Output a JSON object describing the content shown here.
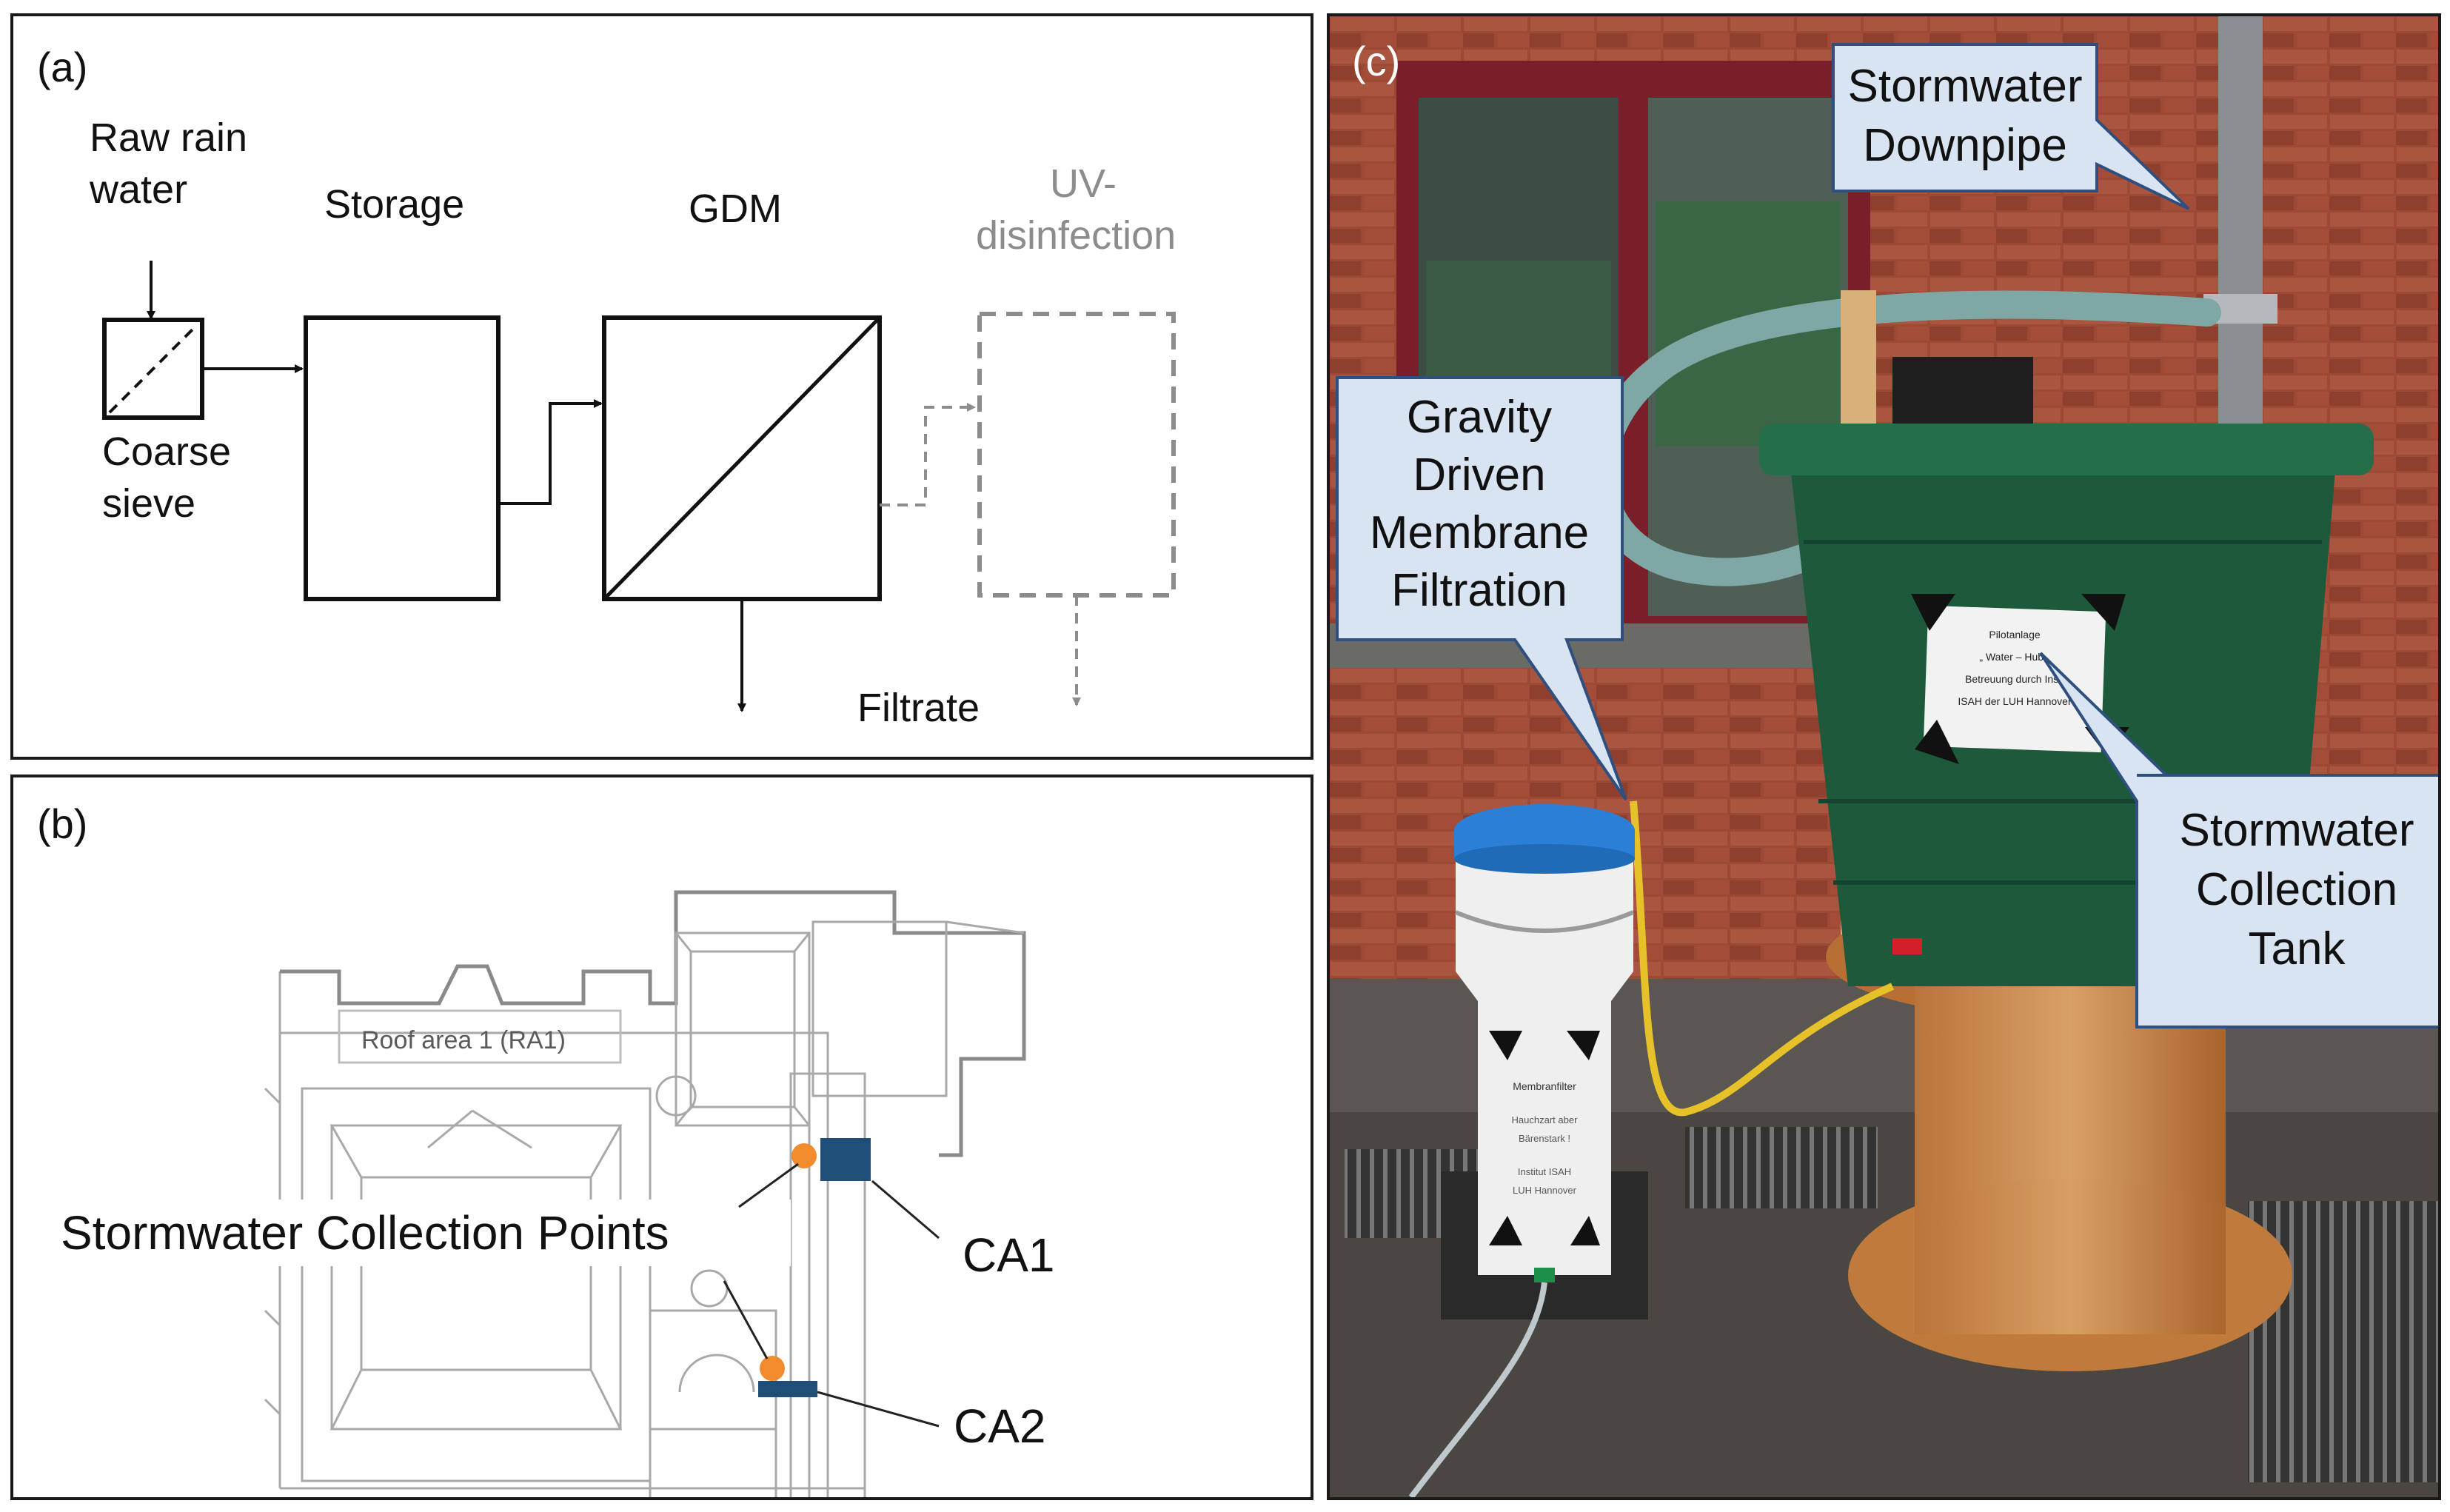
{
  "panel_a": {
    "label": "(a)",
    "raw_line1": "Raw rain",
    "raw_line2": "water",
    "sieve_line1": "Coarse",
    "sieve_line2": "sieve",
    "storage": "Storage",
    "gdm": "GDM",
    "uv_line1": "UV-",
    "uv_line2": "disinfection",
    "filtrate": "Filtrate",
    "colors": {
      "line": "#111111",
      "optional": "#8c8c8c"
    }
  },
  "panel_b": {
    "label": "(b)",
    "roof_label": "Roof area 1 (RA1)",
    "collection_label": "Stormwater Collection Points",
    "ca1": "CA1",
    "ca2": "CA2",
    "colors": {
      "point": "#f28a2e",
      "tank": "#1f4e79",
      "plan": "#a9a9a9"
    }
  },
  "panel_c": {
    "label": "(c)",
    "downpipe_line1": "Stormwater",
    "downpipe_line2": "Downpipe",
    "gdm_line1": "Gravity",
    "gdm_line2": "Driven",
    "gdm_line3": "Membrane",
    "gdm_line4": "Filtration",
    "tank_line1": "Stormwater",
    "tank_line2": "Collection",
    "tank_line3": "Tank",
    "tank_sign": [
      "Pilotanlage",
      "„ Water – Hub „",
      "Betreuung durch Inst.",
      "ISAH der LUH Hannover"
    ],
    "bucket_sign": [
      "Membranfilter",
      "Hauchzart aber",
      "Bärenstark !",
      "Institut ISAH",
      "LUH Hannover"
    ],
    "colors": {
      "callout": "#d9e4f2",
      "callout_border": "#2f4f7f",
      "tank": "#1d5a3c",
      "brick": "#9c4a35"
    }
  }
}
